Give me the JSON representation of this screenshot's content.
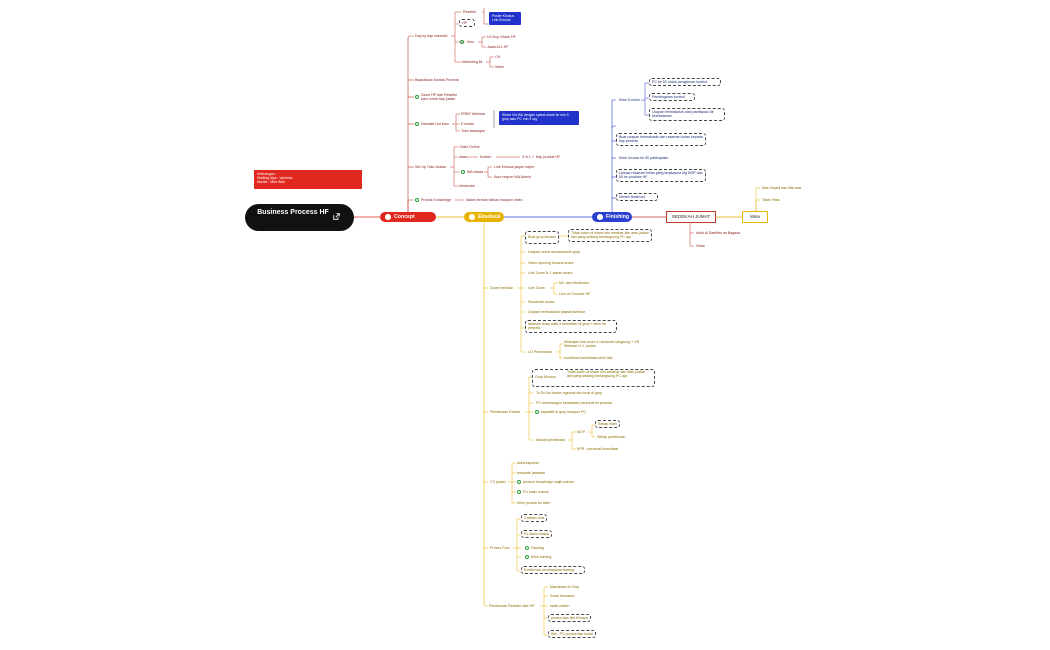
{
  "root": {
    "label": "Business Process HF",
    "icon": "external-link-icon"
  },
  "note": {
    "lines": [
      "Keterangan :",
      "Walking Alpa : Vanesha",
      "Nunikir : Mba Wati"
    ]
  },
  "branches": {
    "concept": "Concept Project",
    "eksekusi": "Eksekusi",
    "finishing": "Finishing",
    "sedekah": "SEDEKAH JUMAT",
    "mina": "Mina"
  },
  "concept": {
    "day_by_day": "Day by day shedulel",
    "reseller": "Reseller",
    "hp": "HP",
    "poster_box": "Poster Khusus Link Khusus",
    "ilmu": "Ilmu",
    "ilmu_1": "Ui Grup Share HF",
    "ilmu_2": "Jaala ALL HF",
    "marketing": "Marketing kit",
    "mk_1": "CH",
    "mk_2": "Video",
    "kontak": "Bsapakkan Kontak Promosi",
    "zoom": "Zoom HP dari Reseller baru untuk tiap jualan",
    "list_baru": "Namakit List baru",
    "free_webinar": "FREE Webinar",
    "e_books": "E books",
    "share_box": "Share Via WA dengan syarat share ke min 3 grup atau PC min 5 org",
    "toko": "Toko tawangan",
    "setup_toko": "Set Up Toko Jualan",
    "order_online": "Order Online",
    "ditas": "ditas",
    "konten": "Konten",
    "konten_sub": "3 in 1 ✓ Nap produk HF",
    "wa_blasta": "WA blasta",
    "link_khusus": "Link Khusus jasper kayer",
    "auto_respon": "Auto respon WA Admin",
    "elementor": "elementor",
    "produk": "Produk Knowledge",
    "produk_sub": "dalam bentuk tulisan maupun video"
  },
  "eksekusi": {
    "zoom_webinar": "Zoom webinar",
    "zw_items": [
      "Buat grup khusus",
      "Ucapan untuk menamkanin grup",
      "Video opening khusus acara",
      "Link Zoom H-1 admin acara",
      "Live Zoom",
      "Randomin acara",
      "Ucapan terimakasih pasaat webinar",
      "Ialamah tetap watit 3 semelitan di grup + kirim ke peserta",
      "LO Pemulisera"
    ],
    "zw_box1": "Tidak boleh di share info webinar lain atau jualan lain yang sedang berlangsung PC aja",
    "live_mc": "MC dan Moderator",
    "live_yt": "Live on Youtube HF",
    "lo_1": "Minimjam link zoom 4 randomin langsung + VB Webinar H-1 Jualan",
    "lo_2": "kontribusi kombilasia skim hita",
    "pembinaan": "Pembinaan Dinisai",
    "pb_items": [
      "Grup Khusus",
      "To Do list harian ngepost ala ritual di grup",
      "PC membangun kedekatan personal ke peserta",
      "kapasitif di grup maupun PC",
      "Ikamai pembinaan"
    ],
    "pb_box": "Tidak boleh di share info webinar lain atau jualan lain yang sedang berlangsung PC aja",
    "pb_mcp": "MCP",
    "pb_mcp_box": "Setiap hlam",
    "pb_mcp_2": "Setiap pertemuan",
    "pb_kpr": "KPR : personal konsultasi",
    "cs": "CS jualan",
    "cs_items": [
      "Autoresponse",
      "template jawaban",
      "product knowledge wajib paham",
      "FU kaslo masuk",
      "Kirim produk ke klien"
    ],
    "proses": "Proses Fork",
    "proses_items": [
      "Catatan chat",
      "Fu kaslo masuk",
      "Packing",
      "Kirim barang",
      "Konfirmasi pembayaran barang"
    ],
    "rekrut": "Pembinaan Reseller dari HP",
    "rekrut_items": [
      "Masukkan di Grup",
      "Zoom bersama",
      "kasih materi",
      "posted dan link Khusus",
      "WA - PC produk tiap bulan"
    ]
  },
  "finishing": {
    "kirim_kontrol": "Kirim Kontrol",
    "kk_1": "PC ke 50 untuk pengiriman kontrol",
    "kk_2": "Pembingkian kontrol",
    "kk_3": "Ucapan terimakasih atas partisipasi dir keteladanan",
    "box_1": "Buat ucapan terimakasih dan rekaman kelas kepada tiap peserta",
    "kirim_invoice": "Kirim invoice ke 50 partisipasin",
    "box_2": "Upload rekaman kelas yang terjalasma ktg NOP dan 50 ke youtube HF",
    "box_3": "Minteh testimoni",
    "sedekah_1": "Antik di Dasifitro as Bagasa",
    "sedekah_2": "Velas",
    "mina_1": "Mas Inspiril dan ifita dasi",
    "mina_2": "Tasin Hitas"
  },
  "colors": {
    "red": "#e0281e",
    "yellow": "#e8b200",
    "blue": "#2b3fd1",
    "green": "#2a9d3c"
  }
}
